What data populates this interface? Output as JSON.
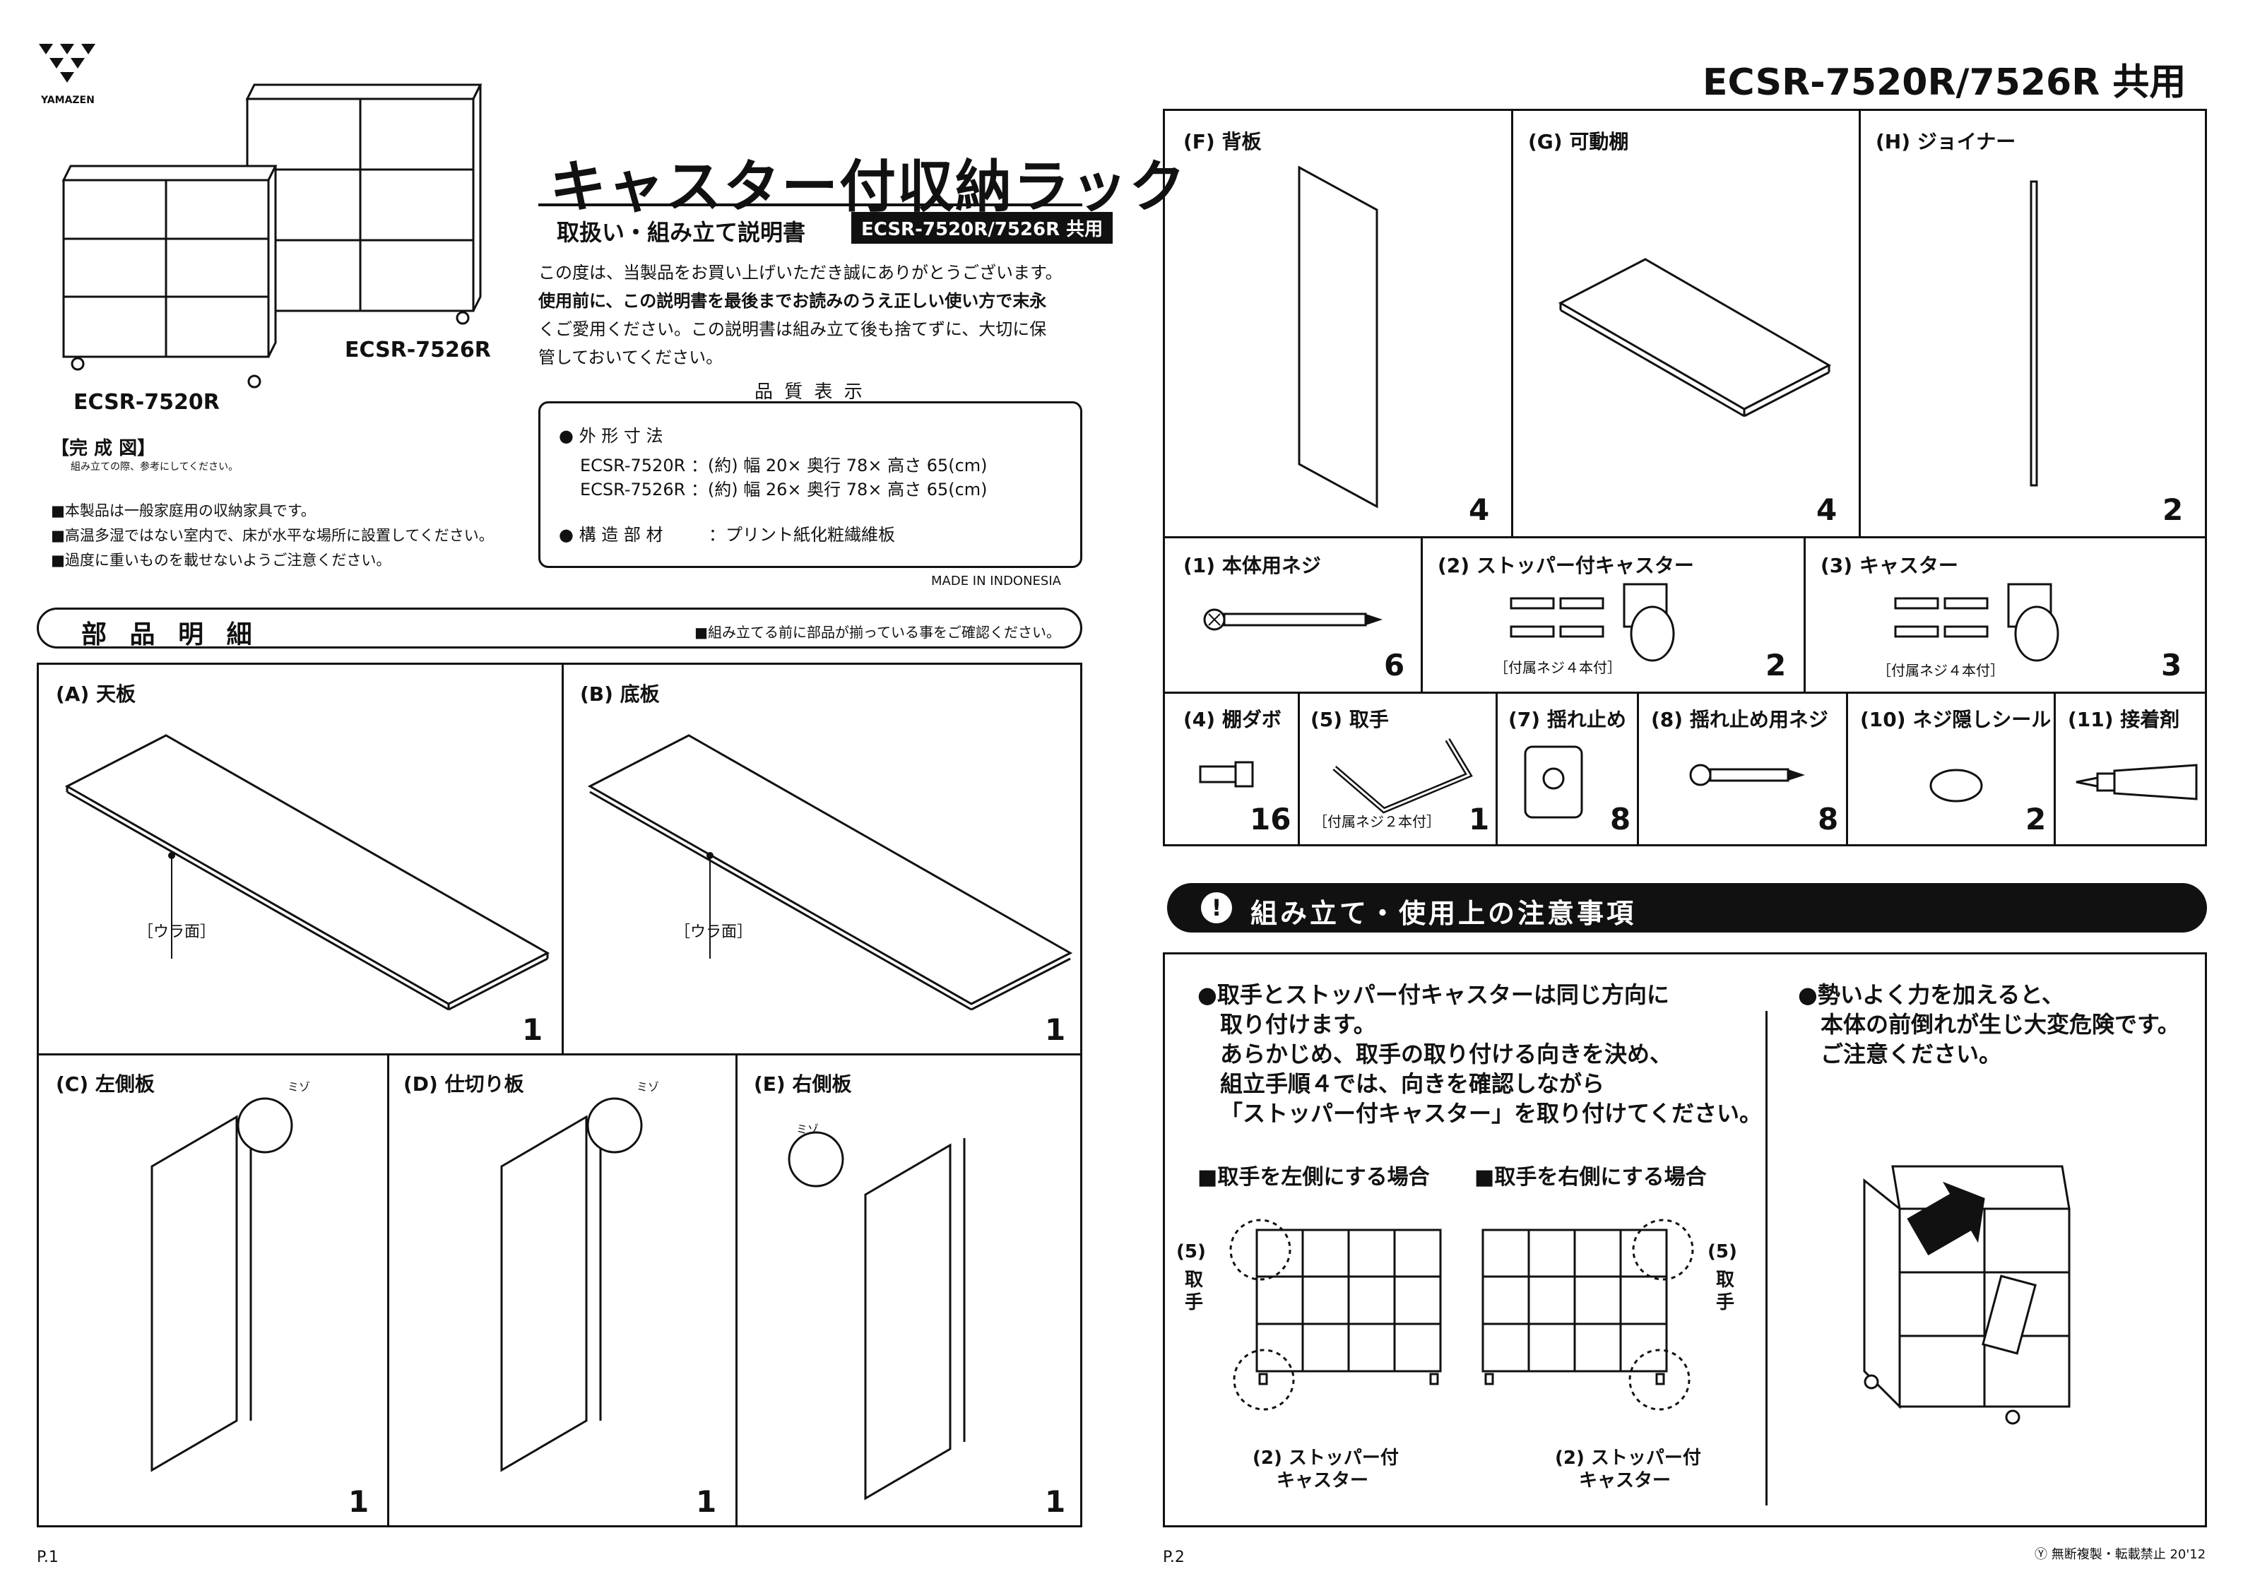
{
  "brand": {
    "name": "YAMAZEN"
  },
  "page1": {
    "product_title": "キャスター付収納ラック",
    "subtitle": "取扱い・組み立て説明書",
    "model_badge": "ECSR-7520R/7526R 共用",
    "intro": [
      "この度は、当製品をお買い上げいただき誠にありがとうございます。",
      "使用前に、この説明書を最後までお読みのうえ正しい使い方で末永",
      "くご愛用ください。この説明書は組み立て後も捨てずに、大切に保",
      "管しておいてください。"
    ],
    "model_a": "ECSR-7526R",
    "model_b": "ECSR-7520R",
    "completion_title": "【完 成 図】",
    "completion_note": "組み立ての際、参考にしてください。",
    "notices": [
      "■本製品は一般家庭用の収納家具です。",
      "■高温多湿ではない室内で、床が水平な場所に設置してください。",
      "■過度に重いものを載せないようご注意ください。"
    ],
    "quality_title": "品 質 表 示",
    "quality": {
      "dimensions_label": "● 外 形 寸 法",
      "dim_rows": [
        "ECSR-7520R ：(約) 幅 20× 奥行 78× 高さ 65(cm)",
        "ECSR-7526R ：(約) 幅 26× 奥行 78× 高さ 65(cm)"
      ],
      "material_label": "● 構 造 部 材",
      "material_value": "：プリント紙化粧繊維板"
    },
    "made_in": "MADE IN INDONESIA",
    "parts_title": "部 品 明 細",
    "parts_note": "■組み立てる前に部品が揃っている事をご確認ください。",
    "parts": [
      {
        "label": "(A) 天板",
        "qty": "1",
        "back": "［ウラ面］"
      },
      {
        "label": "(B) 底板",
        "qty": "1",
        "back": "［ウラ面］"
      },
      {
        "label": "(C) 左側板",
        "qty": "1",
        "groove": "ミゾ"
      },
      {
        "label": "(D) 仕切り板",
        "qty": "1",
        "groove": "ミゾ"
      },
      {
        "label": "(E) 右側板",
        "qty": "1",
        "groove": "ミゾ"
      }
    ],
    "page_no": "P.1"
  },
  "page2": {
    "header": "ECSR-7520R/7526R 共用",
    "parts_top": [
      {
        "label": "(F) 背板",
        "qty": "4"
      },
      {
        "label": "(G) 可動棚",
        "qty": "4"
      },
      {
        "label": "(H) ジョイナー",
        "qty": "2"
      }
    ],
    "parts_mid": [
      {
        "label": "(1) 本体用ネジ",
        "qty": "6"
      },
      {
        "label": "(2) ストッパー付キャスター",
        "qty": "2",
        "note": "［付属ネジ４本付］"
      },
      {
        "label": "(3) キャスター",
        "qty": "3",
        "note": "［付属ネジ４本付］"
      }
    ],
    "parts_bottom": [
      {
        "label": "(4) 棚ダボ",
        "qty": "16"
      },
      {
        "label": "(5) 取手",
        "qty": "1",
        "note": "［付属ネジ２本付］"
      },
      {
        "label": "(7) 揺れ止め",
        "qty": "8"
      },
      {
        "label": "(8) 揺れ止め用ネジ",
        "qty": "8"
      },
      {
        "label": "(10) ネジ隠しシール",
        "qty": "2"
      },
      {
        "label": "(11) 接着剤",
        "qty": ""
      }
    ],
    "caution_title": "組み立て・使用上の注意事項",
    "caution_left": [
      "●取手とストッパー付キャスターは同じ方向に",
      "取り付けます。",
      "あらかじめ、取手の取り付ける向きを決め、",
      "組立手順４では、向きを確認しながら",
      "「ストッパー付キャスター」を取り付けてください。"
    ],
    "caution_right": [
      "●勢いよく力を加えると、",
      "本体の前倒れが生じ大変危険です。",
      "ご注意ください。"
    ],
    "case_left": "■取手を左側にする場合",
    "case_right": "■取手を右側にする場合",
    "handle_label": "(5)",
    "handle_word": "取",
    "handle_word2": "手",
    "caster_label": "(2) ストッパー付",
    "caster_label2": "キャスター",
    "copyright": "Ⓨ 無断複製・転載禁止 20'12",
    "page_no": "P.2"
  }
}
